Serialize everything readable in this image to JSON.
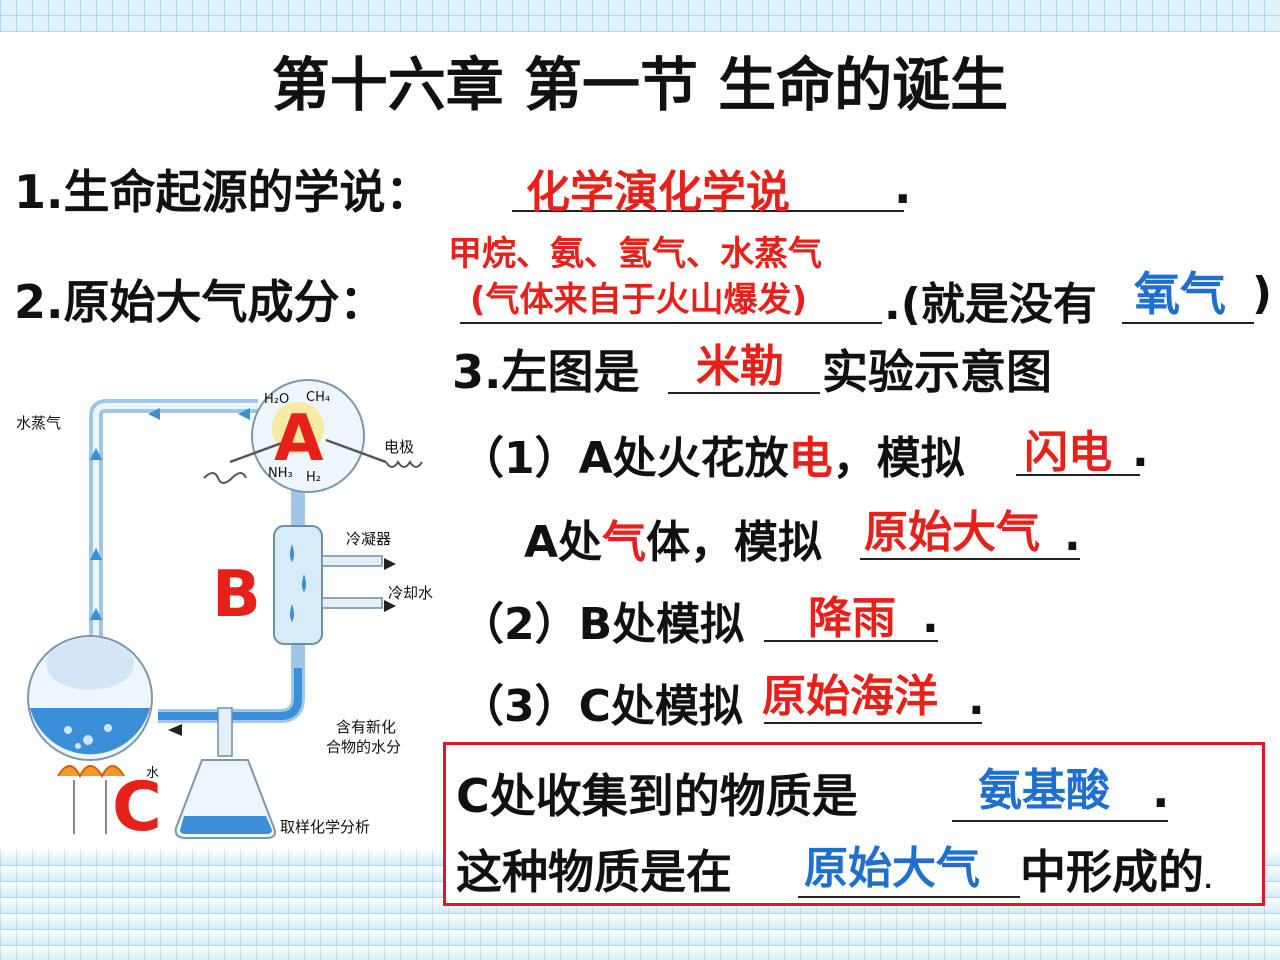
{
  "title": "第十六章 第一节  生命的诞生",
  "line1": {
    "label": "1.生命起源的学说：",
    "answer": "化学演化学说",
    "end": "."
  },
  "line2": {
    "label": "2.原始大气成分：",
    "answer_line1": "甲烷、氨、氢气、水蒸气",
    "answer_line2": "(气体来自于火山爆发)",
    "mid": ".(就是没有",
    "answer2": "氧气",
    "end": ")"
  },
  "line3": {
    "prefix": "3.左图是",
    "answer": "米勒",
    "suffix": "实验示意图"
  },
  "q1a": {
    "prefix": "（1）A处火花放",
    "highlight": "电",
    "mid": "，模拟",
    "answer": "闪电",
    "end": "."
  },
  "q1b": {
    "prefix": "A处",
    "highlight": "气",
    "mid": "体，模拟",
    "answer": "原始大气",
    "end": "."
  },
  "q2": {
    "prefix": "（2）B处模拟",
    "answer": "降雨",
    "end": "."
  },
  "q3": {
    "prefix": "（3）C处模拟",
    "answer": "原始海洋",
    "end": "."
  },
  "box": {
    "line1_prefix": "C处收集到的物质是",
    "line1_answer": "氨基酸",
    "line1_end": ".",
    "line2_prefix": "这种物质是在",
    "line2_answer": "原始大气",
    "line2_suffix": "中形成的",
    "line2_end": "."
  },
  "diagram": {
    "labels": {
      "steam": "水蒸气",
      "electrode": "电极",
      "condenser": "冷凝器",
      "cooling_water": "冷却水",
      "water_with_compounds_1": "含有新化",
      "water_with_compounds_2": "合物的水分",
      "water": "水",
      "sampling": "取样化学分析",
      "h2o": "H₂O",
      "ch4": "CH₄",
      "nh3": "NH₃",
      "h2": "H₂"
    },
    "markers": {
      "a": "A",
      "b": "B",
      "c": "C"
    }
  },
  "colors": {
    "answer_red": "#e8201a",
    "answer_blue": "#1f6fd0",
    "box_border": "#e0191e",
    "water_blue": "#3a8fd8"
  }
}
